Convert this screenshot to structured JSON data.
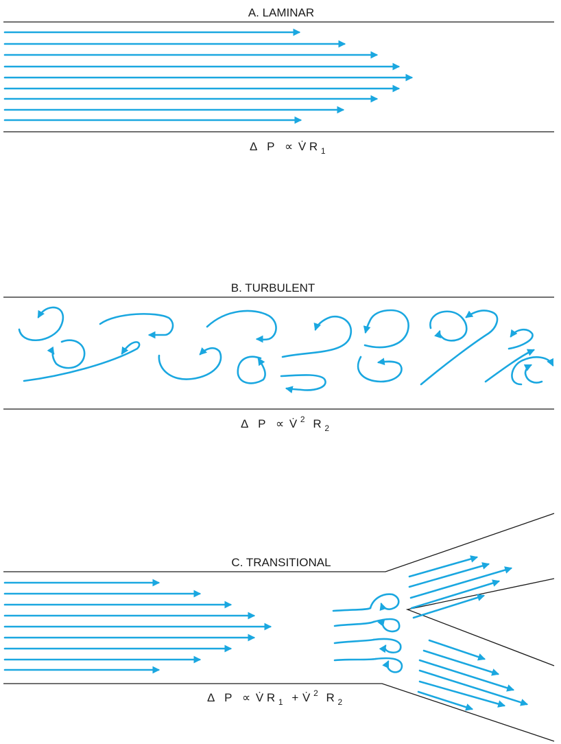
{
  "colors": {
    "flow": "#1aa7e0",
    "wall": "#1a1a1a"
  },
  "panels": {
    "laminar": {
      "title": "A.   LAMINAR",
      "equation": {
        "delta": "Δ",
        "p": "P",
        "prop": "∝",
        "vdot": "V̇",
        "r": "R",
        "r_sub": "1"
      }
    },
    "turbulent": {
      "title": "B.   TURBULENT",
      "equation": {
        "delta": "Δ",
        "p": "P",
        "prop": "∝",
        "vdot": "V̇",
        "v_sup": "2",
        "r": "R",
        "r_sub": "2"
      }
    },
    "transitional": {
      "title": "C.   TRANSITIONAL",
      "equation": {
        "delta": "Δ",
        "p": "P",
        "prop": "∝",
        "vdot": "V̇",
        "r1": "R",
        "r1_sub": "1",
        "plus": "+",
        "vdot2": "V̇",
        "v_sup": "2",
        "r2": "R",
        "r2_sub": "2"
      }
    }
  }
}
